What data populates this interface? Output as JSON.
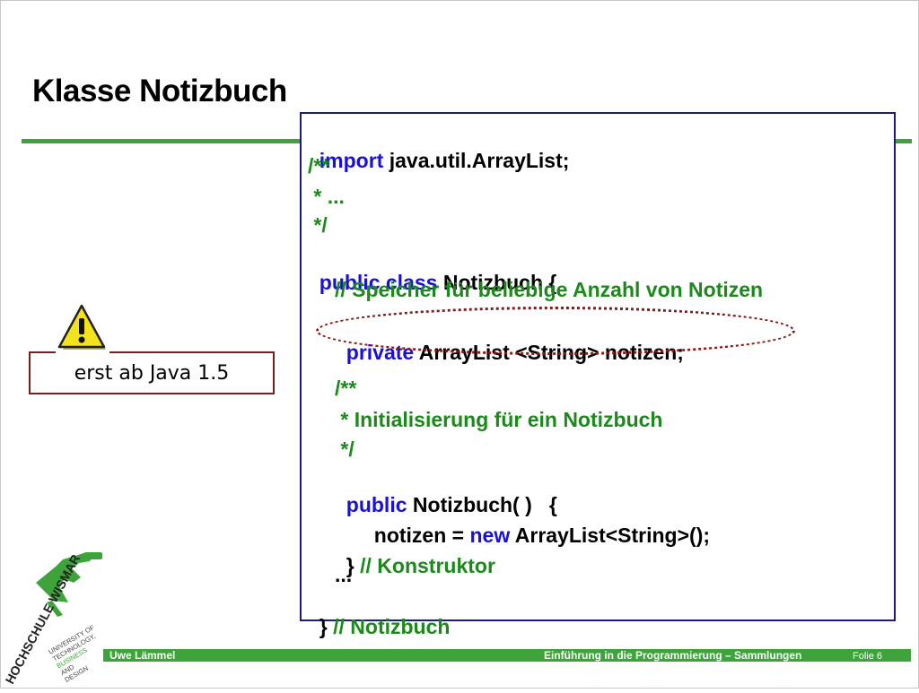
{
  "slide": {
    "title": "Klasse Notizbuch",
    "note": "erst ab Java 1.5"
  },
  "code": {
    "l1_kw": "import",
    "l1_rest": " java.util.ArrayList;",
    "l2": "/**",
    "l3": " * ...",
    "l4": " */",
    "l5_kw": "public class",
    "l5_rest": " Notizbuch {",
    "l6": "// Speicher für beliebige Anzahl von Notizen",
    "l7_kw": "private",
    "l7_rest": " ArrayList <String> notizen;",
    "l8": "/**",
    "l9": " * Initialisierung für ein Notizbuch",
    "l10": " */",
    "l11_kw": "public",
    "l11_rest": " Notizbuch( )   {",
    "l12_a": "notizen = ",
    "l12_kw": "new",
    "l12_b": " ArrayList<String>();",
    "l13_a": "} ",
    "l13_cm": "// Konstruktor",
    "l14": "...",
    "l15_a": "} ",
    "l15_cm": "// Notizbuch"
  },
  "footer": {
    "author": "Uwe Lämmel",
    "course": "Einführung in die Programmierung – Sammlungen",
    "page": "Folie 6"
  },
  "logo": {
    "main": "HOCHSCHULE WISMAR",
    "sub1": "UNIVERSITY OF",
    "sub2": "TECHNOLOGY,",
    "sub3": "BUSINESS",
    "sub4": "AND",
    "sub5": "DESIGN"
  },
  "colors": {
    "accent_green": "#3ea33a",
    "keyword_blue": "#1a10d8",
    "comment_green": "#1b8a1b",
    "box_border": "#1c1c80",
    "highlight_red": "#8b1818"
  },
  "icons": {
    "warning": "warning-triangle-icon",
    "logo": "hochschule-wismar-logo"
  }
}
